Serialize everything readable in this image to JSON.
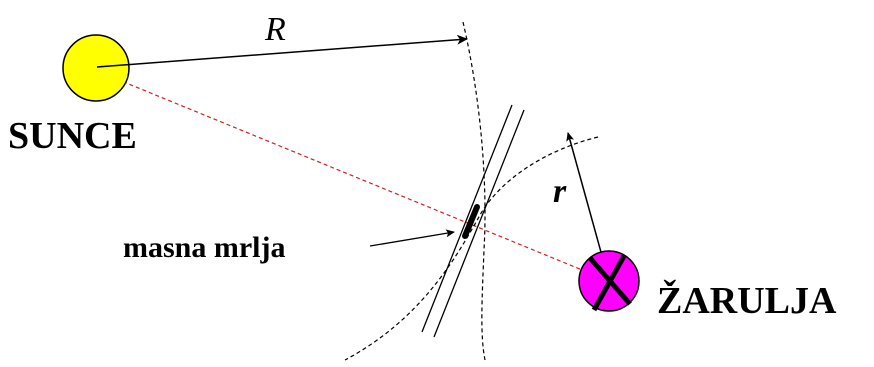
{
  "labels": {
    "sun": "SUNCE",
    "bulb": "ŽARULJA",
    "spot": "masna mrlja",
    "sun_radius": "R",
    "bulb_radius": "r"
  },
  "colors": {
    "sun_fill": "#ffff00",
    "bulb_fill": "#ff00ff",
    "sight_line": "#cc2222",
    "ink": "#000000"
  }
}
